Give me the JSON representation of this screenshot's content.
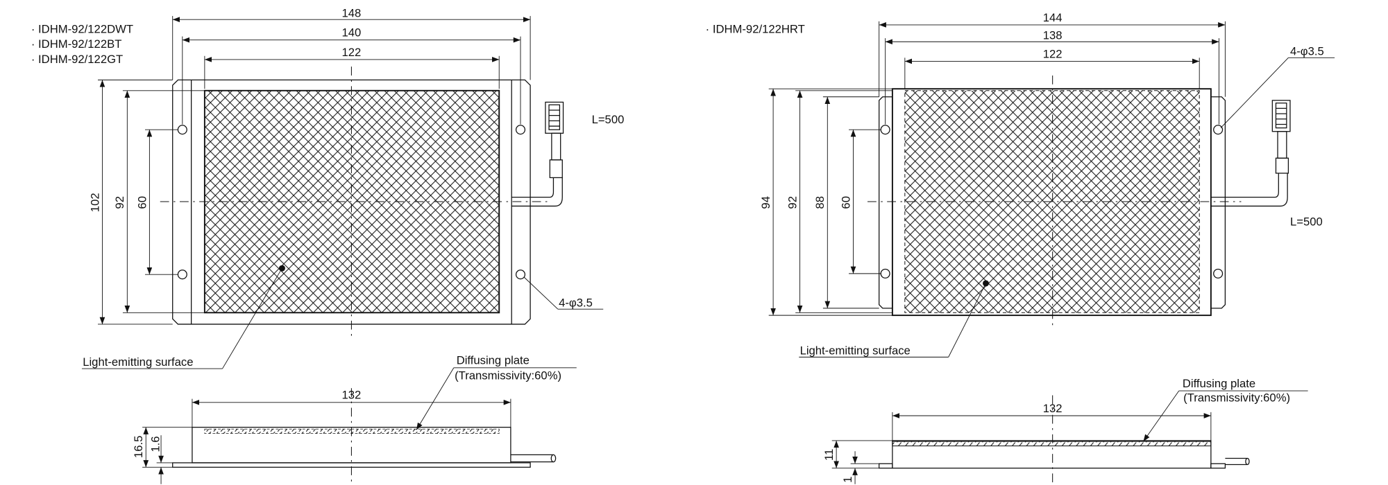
{
  "left_view": {
    "models": [
      "· IDHM-92/122DWT",
      "· IDHM-92/122BT",
      "· IDHM-92/122GT"
    ],
    "dims": {
      "w_outer": "148",
      "w_holes": "140",
      "w_emit": "122",
      "h_outer": "102",
      "h_emit": "92",
      "h_holes": "60"
    },
    "cable_length": "L=500",
    "holes_note": "4-φ3.5",
    "emit_label": "Light-emitting surface",
    "diffuser_label": "Diffusing plate",
    "diffuser_note": "(Transmissivity:60%)",
    "side": {
      "w": "132",
      "h_total": "16.5",
      "h_plate": "1.6"
    }
  },
  "right_view": {
    "models": [
      "· IDHM-92/122HRT"
    ],
    "dims": {
      "w_outer": "144",
      "w_holes": "138",
      "w_emit": "122",
      "h_outer": "94",
      "h_emit": "92",
      "h_flange": "88",
      "h_holes": "60"
    },
    "cable_length": "L=500",
    "holes_note": "4-φ3.5",
    "emit_label": "Light-emitting surface",
    "diffuser_label": "Diffusing plate",
    "diffuser_note": "(Transmissivity:60%)",
    "side": {
      "w": "132",
      "h_total": "11",
      "h_plate": "1"
    }
  }
}
